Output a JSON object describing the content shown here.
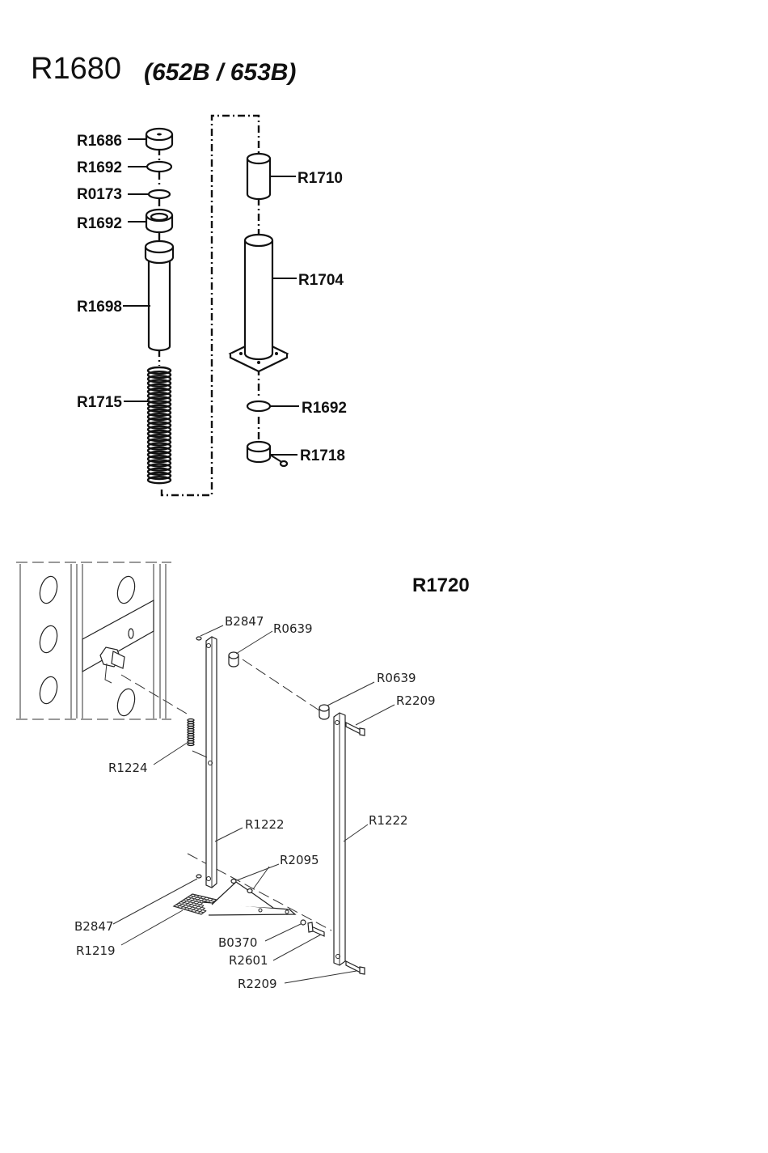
{
  "title": {
    "main": "R1680",
    "sub": "(652B / 653B)"
  },
  "upper_labels": {
    "r1686": "R1686",
    "r1692_a": "R1692",
    "r0173": "R0173",
    "r1692_b": "R1692",
    "r1698": "R1698",
    "r1715": "R1715",
    "r1710": "R1710",
    "r1704": "R1704",
    "r1692_c": "R1692",
    "r1718": "R1718"
  },
  "lower_title": "R1720",
  "lower_labels": {
    "b2847_top": "B2847",
    "r0639_a": "R0639",
    "r0639_b": "R0639",
    "r2209_top": "R2209",
    "r1224": "R1224",
    "r1222_left": "R1222",
    "r1222_right": "R1222",
    "r2095": "R2095",
    "b2847_bottom": "B2847",
    "r1219": "R1219",
    "b0370": "B0370",
    "r2601": "R2601",
    "r2209_bottom": "R2209"
  }
}
